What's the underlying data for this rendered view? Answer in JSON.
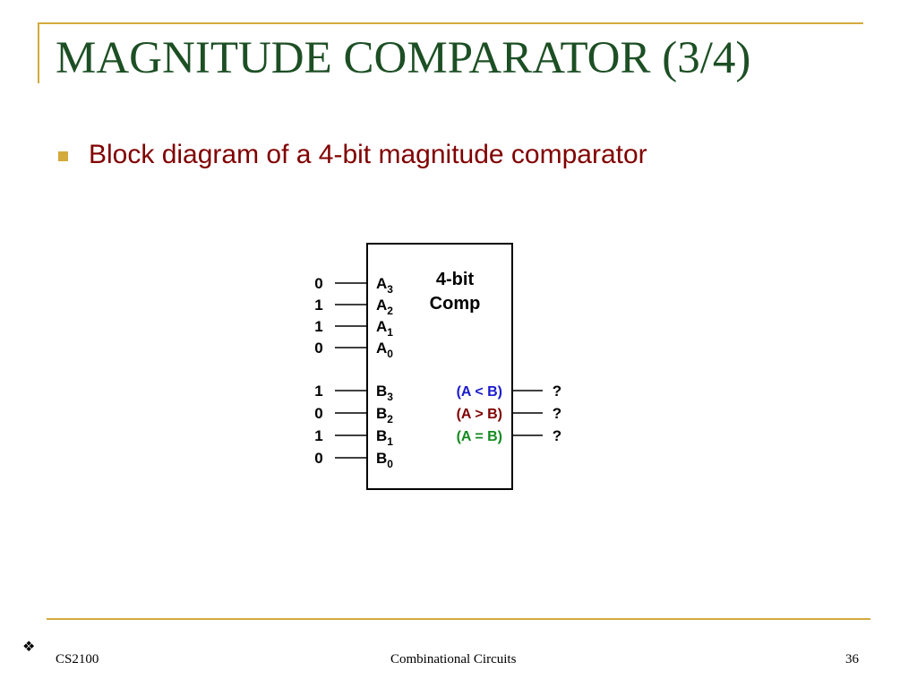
{
  "slide": {
    "title": "MAGNITUDE COMPARATOR (3/4)",
    "bullet": "Block diagram of a 4-bit magnitude comparator"
  },
  "diagram": {
    "block_title": [
      "4-bit",
      "Comp"
    ],
    "a_inputs": [
      {
        "value": "0",
        "name": "A",
        "sub": "3"
      },
      {
        "value": "1",
        "name": "A",
        "sub": "2"
      },
      {
        "value": "1",
        "name": "A",
        "sub": "1"
      },
      {
        "value": "0",
        "name": "A",
        "sub": "0"
      }
    ],
    "b_inputs": [
      {
        "value": "1",
        "name": "B",
        "sub": "3"
      },
      {
        "value": "0",
        "name": "B",
        "sub": "2"
      },
      {
        "value": "1",
        "name": "B",
        "sub": "1"
      },
      {
        "value": "0",
        "name": "B",
        "sub": "0"
      }
    ],
    "outputs": [
      {
        "label": "(A < B)",
        "value": "?",
        "color": "#1a1acc"
      },
      {
        "label": "(A > B)",
        "value": "?",
        "color": "#800000"
      },
      {
        "label": "(A = B)",
        "value": "?",
        "color": "#138a1e"
      }
    ]
  },
  "footer": {
    "left": "CS2100",
    "center": "Combinational Circuits",
    "right": "36",
    "icon": "diamond-bullet-icon"
  },
  "colors": {
    "accent": "#d4aa3c",
    "title": "#1d4f24",
    "bullet_text": "#800000"
  }
}
